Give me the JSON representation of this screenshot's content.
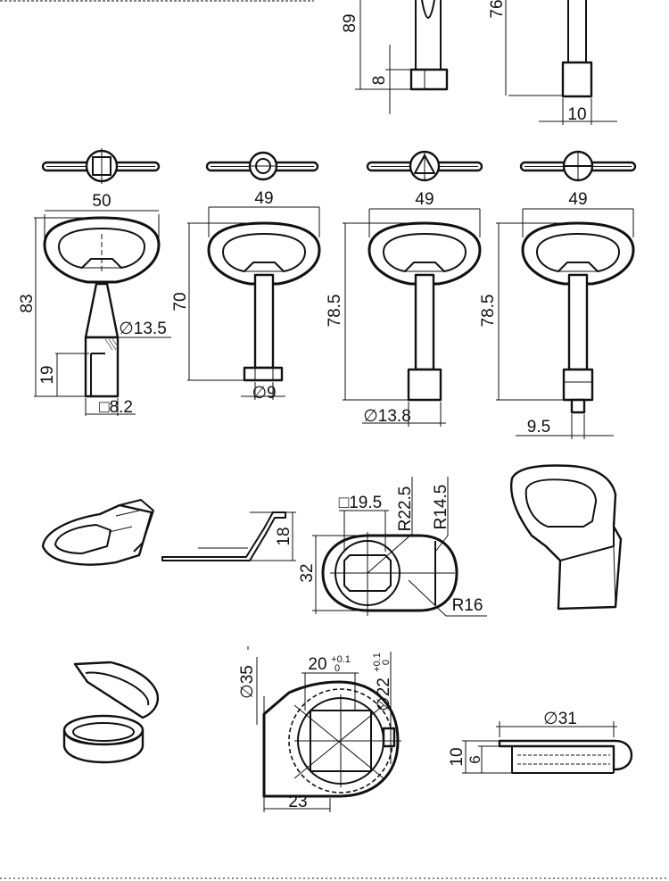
{
  "top_row": {
    "key_a": {
      "height": "89",
      "tip": "8"
    },
    "key_b": {
      "height": "76",
      "tip_width": "10"
    }
  },
  "keys": [
    {
      "id": "square-key",
      "width": "50",
      "height": "83",
      "tip_height": "19",
      "diameter": "∅13.5",
      "tip_square": "□8.2"
    },
    {
      "id": "round-key",
      "width": "49",
      "height": "70",
      "tip_diameter": "∅9"
    },
    {
      "id": "triangle-key",
      "width": "49",
      "height": "78.5",
      "tip_diameter": "∅13.8"
    },
    {
      "id": "slot-key",
      "width": "49",
      "height": "78.5",
      "tip_width": "9.5"
    }
  ],
  "cam_section": {
    "side_height": "18",
    "square": "□19.5",
    "radius_large": "R22.5",
    "radius_small": "R14.5",
    "radius_end": "R16",
    "height": "32"
  },
  "bottom_section": {
    "inner_diameter": "∅22",
    "inner_tol_upper": "+0.1",
    "inner_tol_lower": "0",
    "outer_diameter": "∅35",
    "flat_width": "20",
    "flat_tol_upper": "+0.1",
    "flat_tol_lower": "0",
    "base_width": "23",
    "cap_diameter": "∅31",
    "cap_height": "10",
    "cap_inner": "6"
  }
}
